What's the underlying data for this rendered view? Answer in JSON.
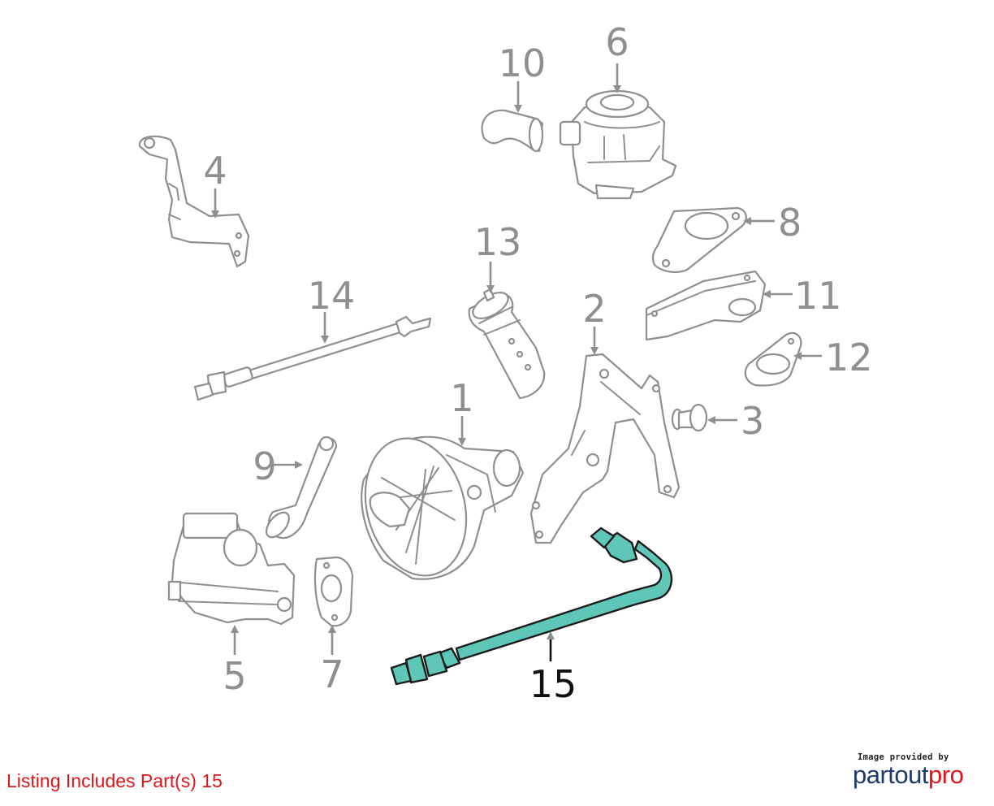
{
  "diagram": {
    "callouts": [
      "1",
      "2",
      "3",
      "4",
      "5",
      "6",
      "7",
      "8",
      "9",
      "10",
      "11",
      "12",
      "13",
      "14",
      "15"
    ],
    "highlighted_part": "15",
    "colors": {
      "part_outline": "#8f8f8f",
      "highlight_fill": "#5fc7b8",
      "highlight_outline": "#1b1b1b",
      "caption": "#e0161b"
    }
  },
  "caption": {
    "text": "Listing Includes Part(s) 15"
  },
  "branding": {
    "provided_by": "Image provided by",
    "logo_main": "partout",
    "logo_accent": "pro"
  }
}
